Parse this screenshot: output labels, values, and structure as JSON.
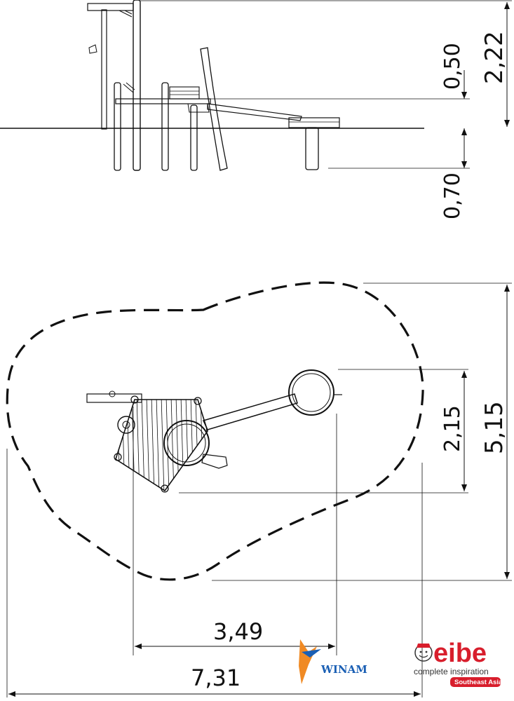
{
  "drawing": {
    "side_view": {
      "dim_height_total": "2,22",
      "dim_platform_height": "0,50",
      "dim_foundation_depth": "0,70"
    },
    "top_view": {
      "dim_safety_depth": "5,15",
      "dim_equipment_depth": "2,15",
      "dim_equipment_width": "3,49",
      "dim_safety_width": "7,31"
    }
  },
  "logos": {
    "winam": {
      "text": "WINAM",
      "colors": {
        "blue": "#1a5fb4",
        "orange": "#f08a24"
      }
    },
    "eibe": {
      "word": "eibe",
      "tagline": "complete inspiration",
      "region": "Southeast Asia",
      "colors": {
        "red": "#d81e2c"
      }
    }
  }
}
